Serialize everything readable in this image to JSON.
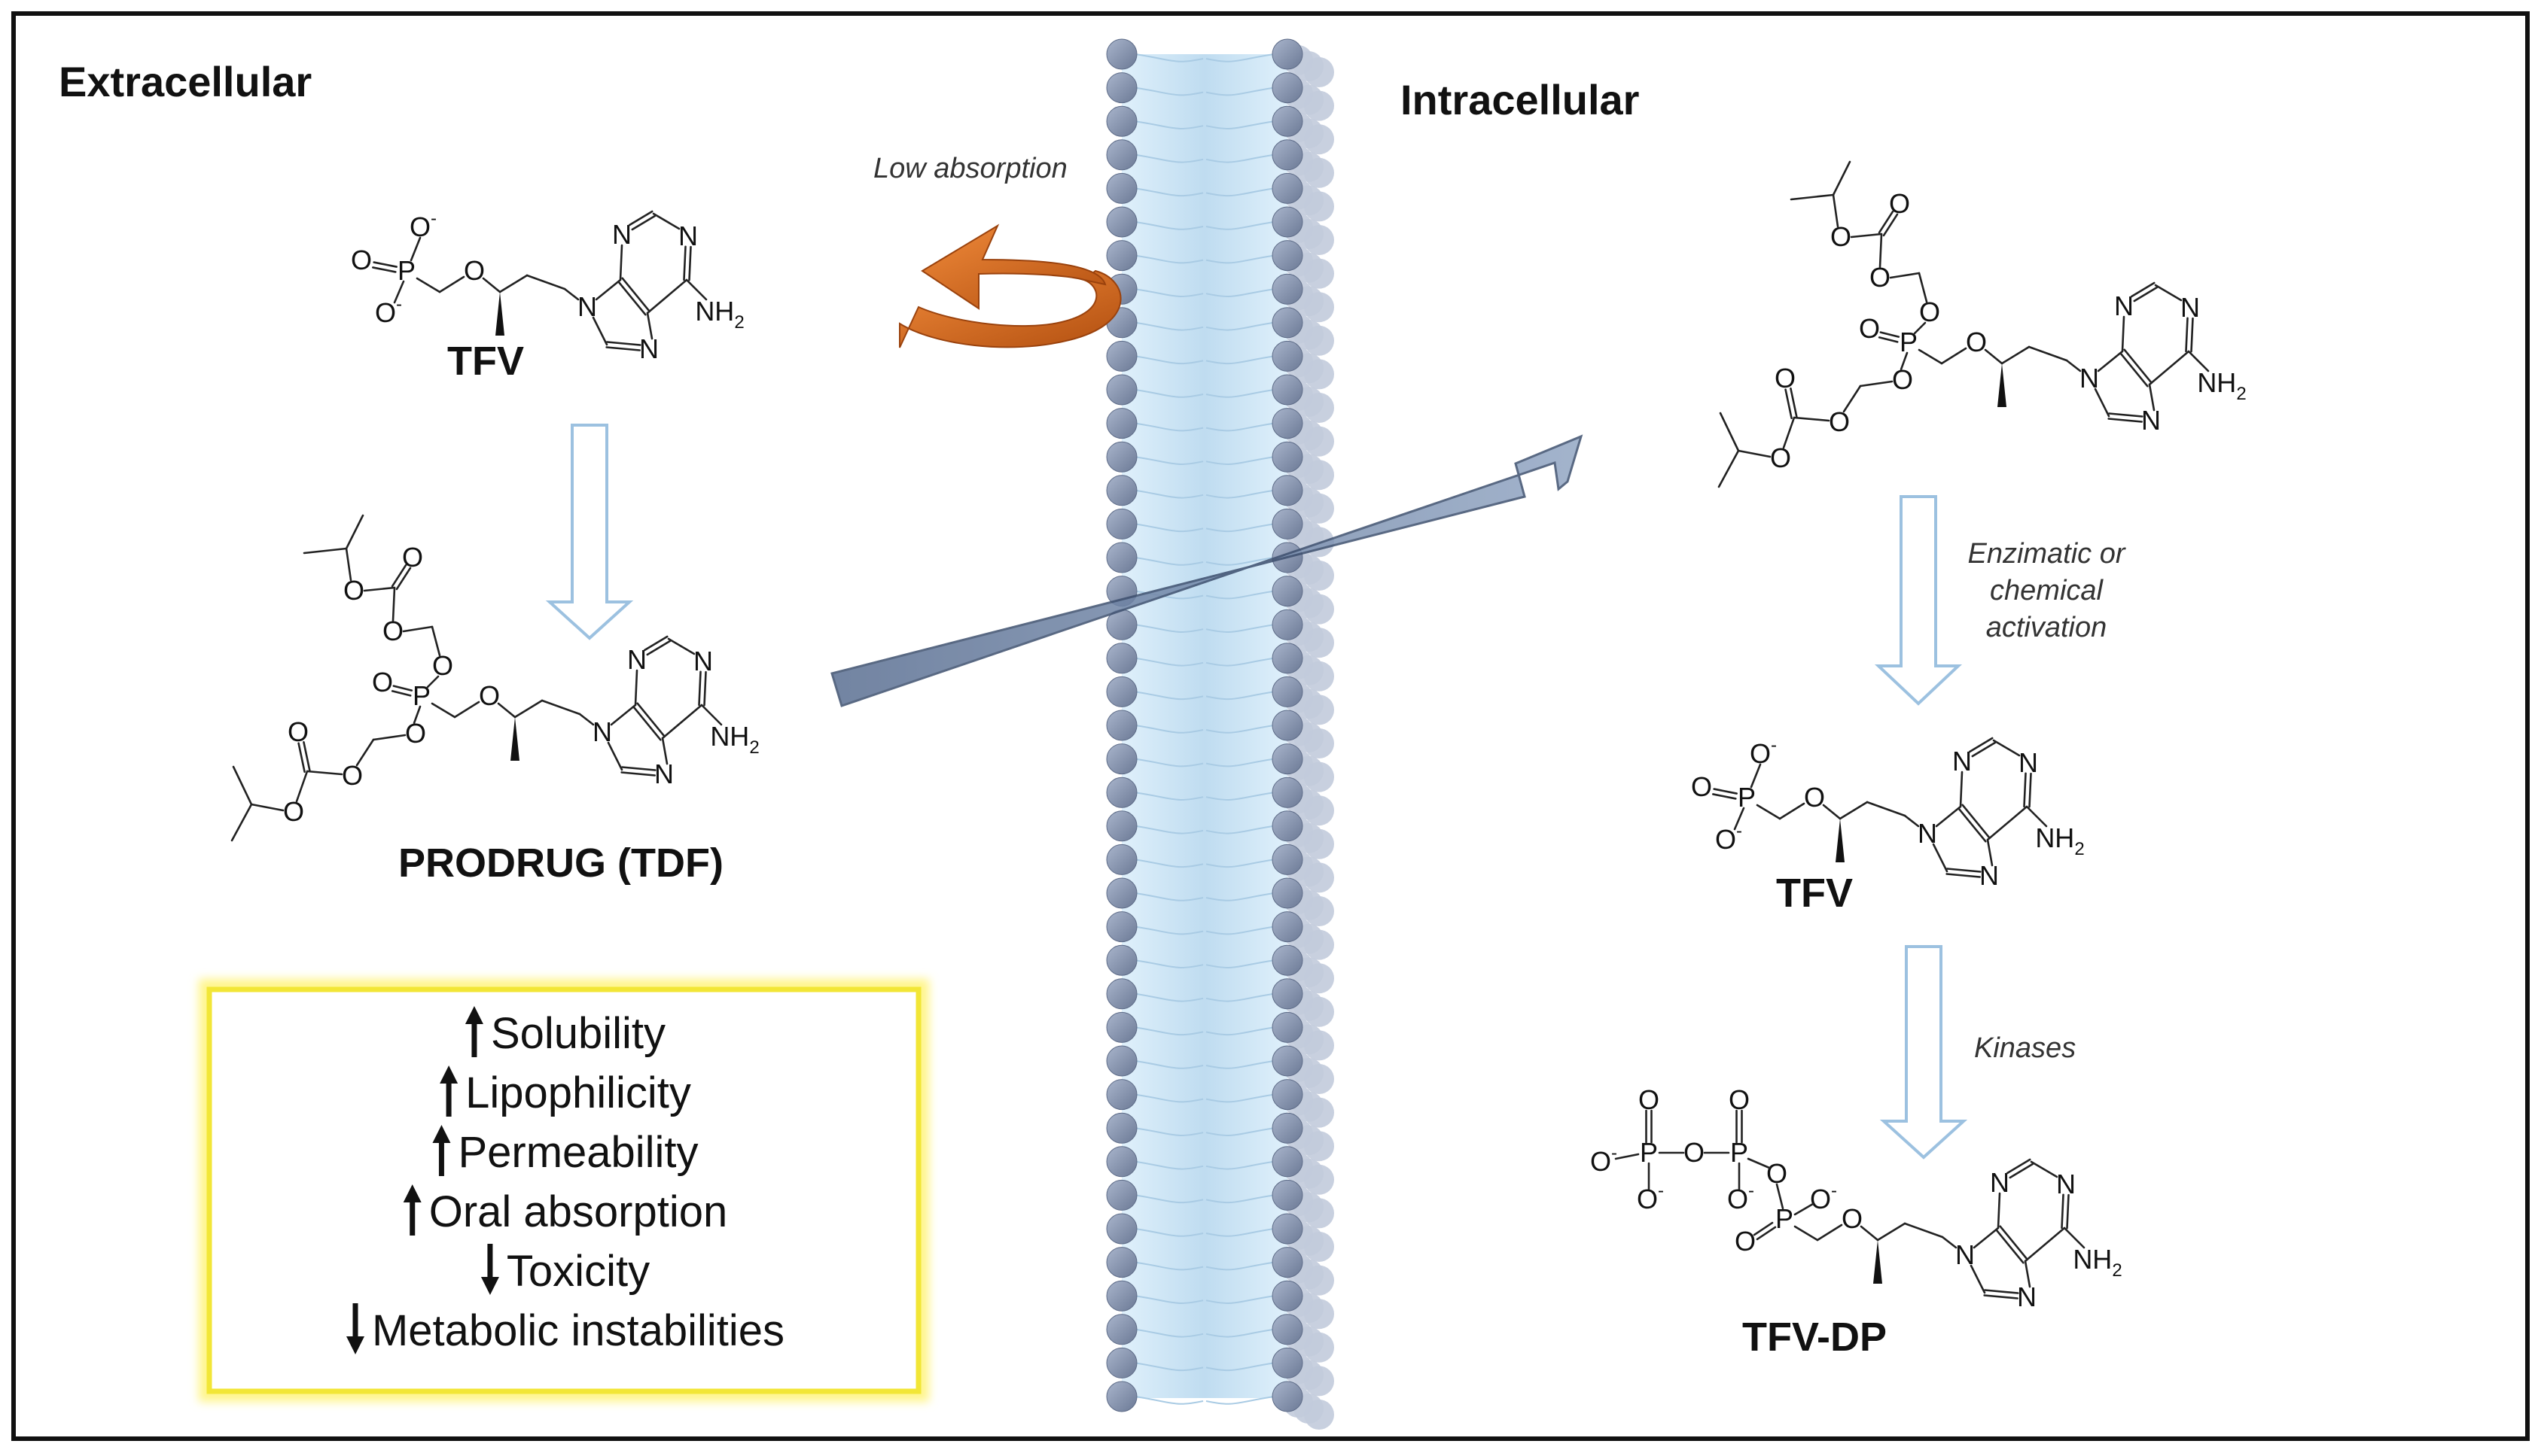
{
  "regions": {
    "extracellular": "Extracellular",
    "intracellular": "Intracellular"
  },
  "arrows": {
    "low_absorption": "Low absorption",
    "activation_line1": "Enzimatic or",
    "activation_line2": "chemical",
    "activation_line3": "activation",
    "kinases": "Kinases"
  },
  "molecules": {
    "tfv_extracellular": "TFV",
    "prodrug": "PRODRUG (TDF)",
    "tfv_intracellular": "TFV",
    "tfv_dp": "TFV-DP"
  },
  "properties": [
    {
      "direction": "up",
      "label": "Solubility"
    },
    {
      "direction": "up",
      "label": "Lipophilicity"
    },
    {
      "direction": "up",
      "label": "Permeability"
    },
    {
      "direction": "up",
      "label": "Oral absorption"
    },
    {
      "direction": "down",
      "label": "Toxicity"
    },
    {
      "direction": "down",
      "label": "Metabolic instabilities"
    }
  ],
  "atoms": {
    "P": "P",
    "O": "O",
    "N": "N",
    "NH": "NH",
    "two": "2",
    "minus": "-"
  },
  "colors": {
    "membrane_head": "#7d8aa6",
    "membrane_tail": "#cfe6f5",
    "orange_arrow": "#d8651c",
    "blue_arrow": "#6f86a8",
    "open_arrow_stroke": "#9cc1e0",
    "highlight_box": "#f2ea3a"
  }
}
